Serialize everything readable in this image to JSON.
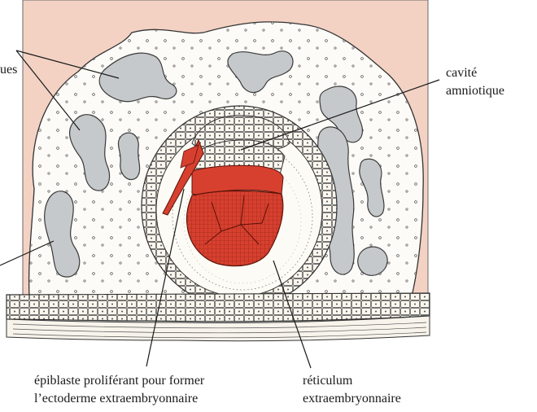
{
  "labels": {
    "top_left_partial": "ues",
    "amniotic_cavity_line1": "cavité",
    "amniotic_cavity_line2": "amniotique",
    "epiblast_line1": "épiblaste proliférant pour former",
    "epiblast_line2": "l’ectoderme extraembryonnaire",
    "reticulum_line1": "réticulum",
    "reticulum_line2": "extraembryonnaire"
  },
  "colors": {
    "endometrium_pink": "#f3d2c4",
    "lacuna_gray": "#c6c9cb",
    "embryo_red": "#d7402f",
    "outline": "#3a3a3a"
  }
}
